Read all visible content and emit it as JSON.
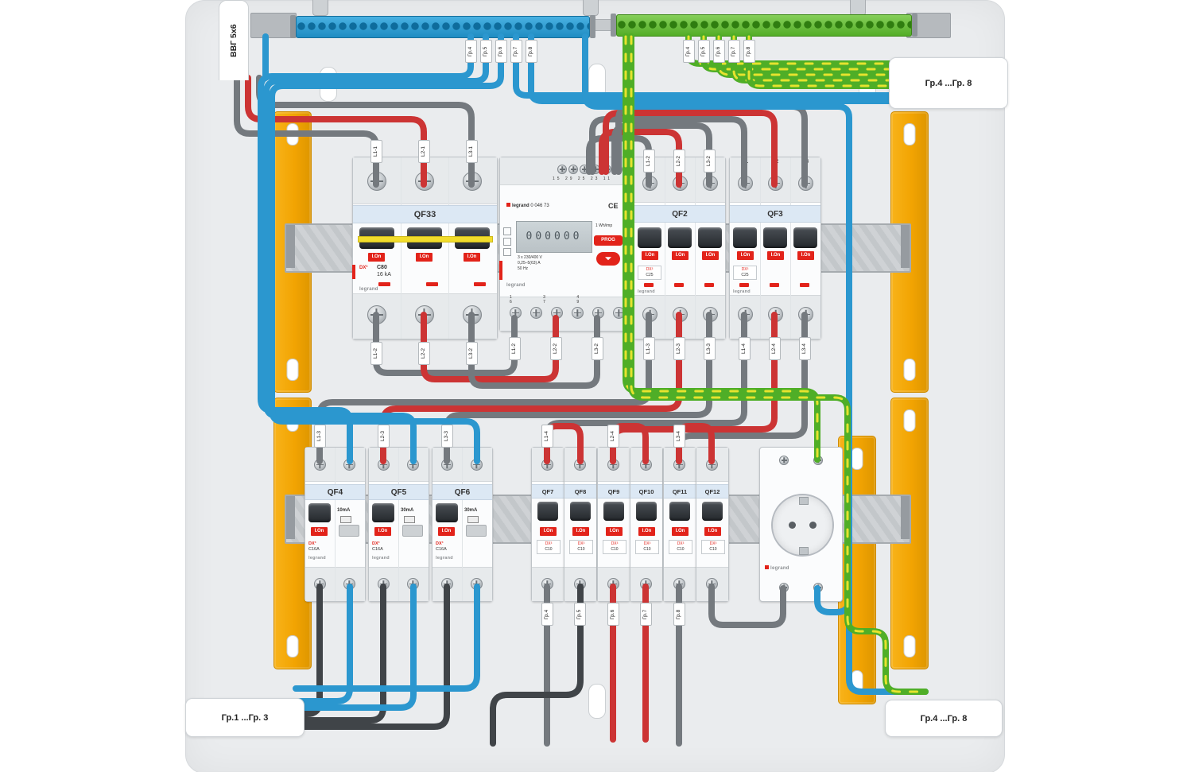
{
  "colors": {
    "neutral_wire": "#2b97cf",
    "phase_wire_gray": "#74797e",
    "phase_wire_red": "#cc3434",
    "load_wire_black": "#404448",
    "earth_wire_green": "#4fae27",
    "earth_wire_yellow": "#e6e32e",
    "busbar_neutral": "#1f8cc2",
    "busbar_earth": "#53ad27",
    "bracket_orange": "#f2a402",
    "indicator_red": "#e2231a"
  },
  "incoming": {
    "cable_label": "ВВГ 5х6"
  },
  "callouts": {
    "top_right": "Гр.4 ...Гр. 8",
    "bottom_left": "Гр.1 ...Гр. 3",
    "bottom_right": "Гр.4 ...Гр. 8"
  },
  "busbars": {
    "neutral": {
      "tags": [
        "Гр.4",
        "Гр.5",
        "Гр.6",
        "Гр.7",
        "Гр.8"
      ]
    },
    "earth": {
      "tags": [
        "Гр.4",
        "Гр.5",
        "Гр.6",
        "Гр.7",
        "Гр.8"
      ]
    }
  },
  "devices": {
    "indicator": "I.On",
    "qf33": {
      "label": "QF33",
      "series": "DX³",
      "rating": "C80",
      "breaking_capacity": "16 kA",
      "brand": "legrand",
      "top_tags": [
        "L1-1",
        "L2-1",
        "L3-1"
      ],
      "bottom_tags": [
        "L1-2",
        "L2-2",
        "L3-2"
      ]
    },
    "meter": {
      "brand": "legrand",
      "ref": "0 046 73",
      "ce_mark": "CE",
      "prog_label": "PROG",
      "impulse_label": "1 Wh/imp",
      "lcd_value": "000000",
      "top_terminals": "15 29 25 23 11",
      "bottom_terminals": "1 3 4 6 7 9",
      "spec_lines": [
        "3 x 230/400 V",
        "0,25–5(63) A",
        "50 Hz"
      ],
      "bottom_tags": [
        "L1-2",
        "L2-2",
        "L3-2"
      ]
    },
    "qf2": {
      "label": "QF2",
      "series": "DX³",
      "rating": "C25",
      "brand": "legrand",
      "top_tags": [
        "L1-2",
        "L2-2",
        "L3-2"
      ],
      "bottom_tags": [
        "L1-3",
        "L2-3",
        "L3-3"
      ]
    },
    "qf3": {
      "label": "QF3",
      "series": "DX³",
      "rating": "C25",
      "brand": "legrand",
      "phase_labels": [
        "L1",
        "L2",
        "L3"
      ],
      "bottom_tags": [
        "L1-4",
        "L2-4",
        "L3-4"
      ]
    },
    "rcbo_series": "DX³",
    "rcbo_brand": "legrand",
    "rcbos": [
      {
        "label": "QF4",
        "sensitivity": "10mA",
        "rating": "C16A",
        "top_tag": "L1-3",
        "n_label": "N"
      },
      {
        "label": "QF5",
        "sensitivity": "30mA",
        "rating": "C16A",
        "top_tag": "L2-3",
        "n_label": "N"
      },
      {
        "label": "QF6",
        "sensitivity": "30mA",
        "rating": "C16A",
        "top_tag": "L3-3",
        "n_label": "N"
      }
    ],
    "breaker_series": "DX³",
    "breaker_rating": "C10",
    "breakers": [
      {
        "label": "QF7",
        "top_tag": "L1-4",
        "bottom_tag": "Гр.4"
      },
      {
        "label": "QF8",
        "bottom_tag": "Гр.5"
      },
      {
        "label": "QF9",
        "top_tag": "L2-4",
        "bottom_tag": "Гр.6"
      },
      {
        "label": "QF10",
        "bottom_tag": "Гр.7"
      },
      {
        "label": "QF11",
        "top_tag": "L3-4",
        "bottom_tag": "Гр.8"
      },
      {
        "label": "QF12"
      }
    ],
    "socket": {
      "brand": "legrand"
    }
  }
}
